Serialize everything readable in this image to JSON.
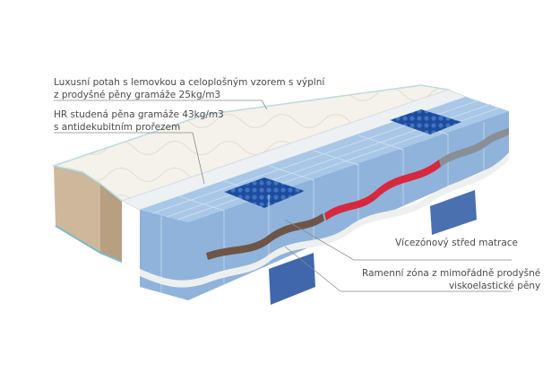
{
  "callouts": [
    {
      "line1": "Luxusní potah s lemovkou a celoplošným vzorem s výplní",
      "line2": "z prodyšné pěny gramáže 25kg/m3"
    },
    {
      "line1": "HR studená pěna gramáže 43kg/m3",
      "line2": "s antidekubitním prořezem"
    },
    {
      "line1": "Vícezónový střed matrace"
    },
    {
      "line1": "Ramenní zóna z mimořádně prodyšné",
      "line2": "viskoelastické pěny"
    }
  ],
  "colors": {
    "foam_light": "#a9c7e6",
    "foam_mid": "#8fb3db",
    "foam_dark": "#6f97c8",
    "viscoelastic_blue": "#1f4fa0",
    "cover": "#f3f1e8",
    "cover_side": "#c8b59a",
    "red_layer": "#d8283e",
    "brown_layer": "#7a5a46"
  }
}
